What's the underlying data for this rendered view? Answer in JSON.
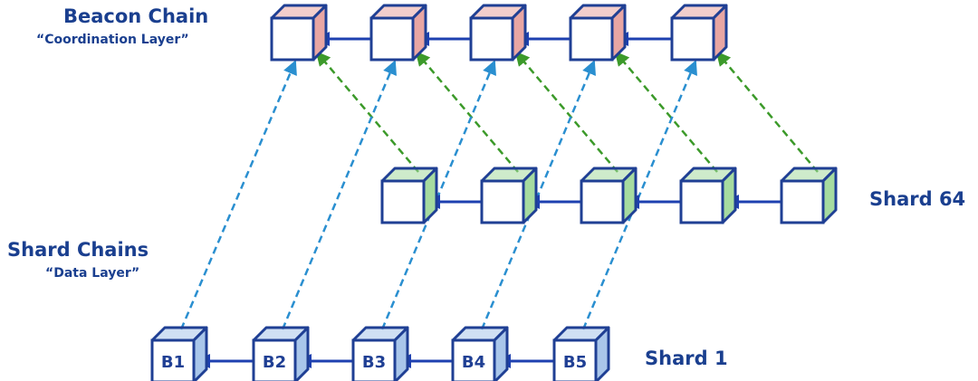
{
  "beacon": {
    "title": "Beacon Chain",
    "subtitle": "“Coordination Layer”",
    "blocks": 5
  },
  "shards": {
    "title": "Shard Chains",
    "subtitle": "“Data Layer”"
  },
  "shard64": {
    "label": "Shard 64",
    "blocks": 5
  },
  "shard1": {
    "label": "Shard 1",
    "blocks": [
      "B1",
      "B2",
      "B3",
      "B4",
      "B5"
    ]
  },
  "colors": {
    "outline": "#1f3f94",
    "beacon_side": "#e8a6a3",
    "shard64_side": "#a6dba0",
    "shard1_side": "#a9c6ea",
    "blue_link": "#2a8fd0",
    "green_link": "#3c9a2a",
    "arrow": "#1e40b0"
  }
}
